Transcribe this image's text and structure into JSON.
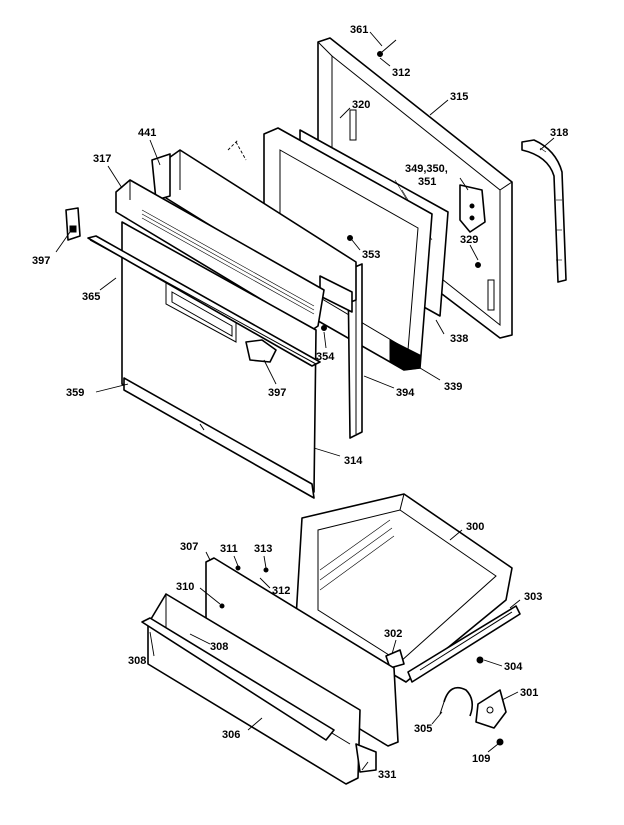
{
  "header_text": "",
  "callouts": [
    {
      "id": "c361",
      "text": "361"
    },
    {
      "id": "c312a",
      "text": "312"
    },
    {
      "id": "c315",
      "text": "315"
    },
    {
      "id": "c320",
      "text": "320"
    },
    {
      "id": "c318",
      "text": "318"
    },
    {
      "id": "c441",
      "text": "441"
    },
    {
      "id": "c317",
      "text": "317"
    },
    {
      "id": "c349",
      "text": "349,350,"
    },
    {
      "id": "c351",
      "text": "351"
    },
    {
      "id": "c329",
      "text": "329"
    },
    {
      "id": "c353",
      "text": "353"
    },
    {
      "id": "c397a",
      "text": "397"
    },
    {
      "id": "c365",
      "text": "365"
    },
    {
      "id": "c338",
      "text": "338"
    },
    {
      "id": "c354",
      "text": "354"
    },
    {
      "id": "c397b",
      "text": "397"
    },
    {
      "id": "c339",
      "text": "339"
    },
    {
      "id": "c394",
      "text": "394"
    },
    {
      "id": "c359",
      "text": "359"
    },
    {
      "id": "c314",
      "text": "314"
    },
    {
      "id": "c300",
      "text": "300"
    },
    {
      "id": "c307",
      "text": "307"
    },
    {
      "id": "c311",
      "text": "311"
    },
    {
      "id": "c313",
      "text": "313"
    },
    {
      "id": "c312b",
      "text": "312"
    },
    {
      "id": "c303",
      "text": "303"
    },
    {
      "id": "c310",
      "text": "310"
    },
    {
      "id": "c302",
      "text": "302"
    },
    {
      "id": "c308a",
      "text": "308"
    },
    {
      "id": "c308b",
      "text": "308"
    },
    {
      "id": "c304",
      "text": "304"
    },
    {
      "id": "c301",
      "text": "301"
    },
    {
      "id": "c305",
      "text": "305"
    },
    {
      "id": "c306",
      "text": "306"
    },
    {
      "id": "c109",
      "text": "109"
    },
    {
      "id": "c331",
      "text": "331"
    }
  ]
}
